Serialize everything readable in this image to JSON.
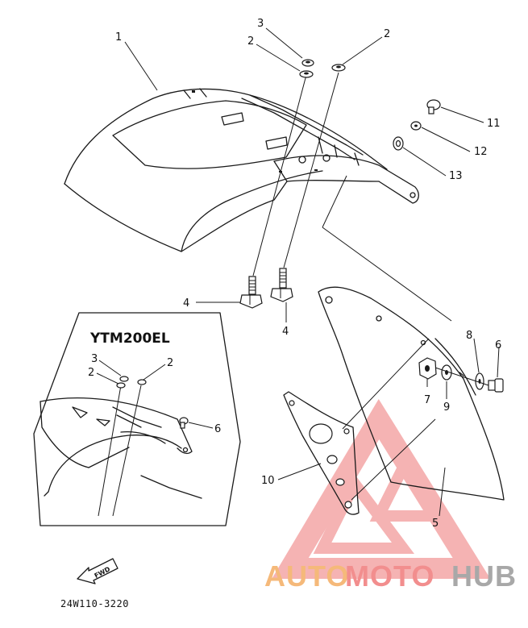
{
  "callouts": {
    "c1": "1",
    "c2a": "2",
    "c2b": "2",
    "c3": "3",
    "c4a": "4",
    "c4b": "4",
    "c5": "5",
    "c6": "6",
    "c7": "7",
    "c8": "8",
    "c9": "9",
    "c10": "10",
    "c11": "11",
    "c12": "12",
    "c13": "13"
  },
  "inset": {
    "title": "YTM200EL",
    "c2a": "2",
    "c2b": "2",
    "c3": "3",
    "c6": "6"
  },
  "fwd_label": "FWD",
  "diagram_code": "24W110-3220",
  "watermark": {
    "part1": "AUTO",
    "part2": "MOTO",
    "part3": "HUB",
    "color_orange": "#f5b97a",
    "color_red": "#f28e8e",
    "color_gray": "#a8a8a8"
  }
}
